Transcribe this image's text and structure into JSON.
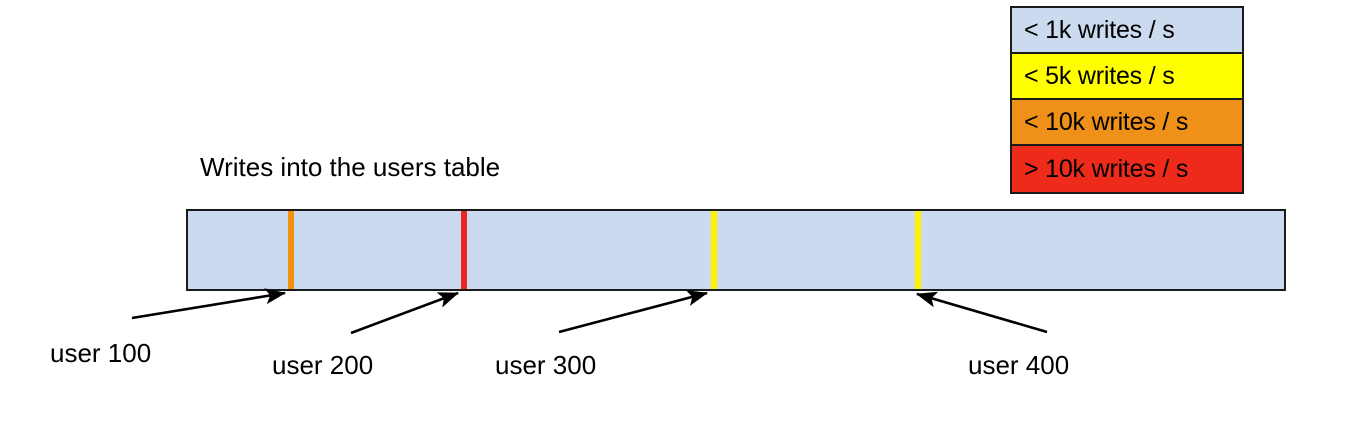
{
  "chart_data": {
    "type": "bar",
    "title": "Writes into the users table",
    "orientation": "horizontal-range-bar",
    "xlabel": "",
    "ylabel": "",
    "description": "A single horizontal bar representing the users table keyspace, with colored vertical markers showing per-user write rates.",
    "bar": {
      "fill_color": "#ccdaef",
      "border_color": "#1a1a1a",
      "base_category": "< 1k writes / s"
    },
    "markers": [
      {
        "label": "user 100",
        "position_pct": 9.3,
        "color": "#f2920a",
        "category": "< 10k writes / s",
        "arrow_direction": "right-up"
      },
      {
        "label": "user 200",
        "position_pct": 25.0,
        "color": "#e8281c",
        "category": "> 10k writes / s",
        "arrow_direction": "right-up"
      },
      {
        "label": "user 300",
        "position_pct": 47.7,
        "color": "#fff200",
        "category": "< 5k writes / s",
        "arrow_direction": "right-up"
      },
      {
        "label": "user 400",
        "position_pct": 66.3,
        "color": "#fff200",
        "category": "< 5k writes / s",
        "arrow_direction": "left-up"
      }
    ],
    "legend": {
      "position": "top-right",
      "entries": [
        {
          "label": "< 1k writes / s",
          "color": "#ccdaef"
        },
        {
          "label": "< 5k writes / s",
          "color": "#ffff00"
        },
        {
          "label": "< 10k writes / s",
          "color": "#ef9018"
        },
        {
          "label": "> 10k writes / s",
          "color": "#ee2b1a"
        }
      ]
    }
  },
  "legend": {
    "entries": [
      {
        "label": "< 1k writes / s"
      },
      {
        "label": "< 5k writes / s"
      },
      {
        "label": "< 10k writes / s"
      },
      {
        "label": "> 10k writes / s"
      }
    ]
  },
  "diagram": {
    "title": "Writes into the users table",
    "labels": [
      {
        "text": "user 100"
      },
      {
        "text": "user 200"
      },
      {
        "text": "user 300"
      },
      {
        "text": "user 400"
      }
    ]
  },
  "colors": {
    "bar_fill": "#ccdaef",
    "outline": "#1a1a1a",
    "legend_blue": "#ccdaef",
    "legend_yellow": "#ffff00",
    "legend_orange": "#ef9018",
    "legend_red": "#ee2b1a",
    "marker_orange": "#f2920a",
    "marker_red": "#e8281c",
    "marker_yellow": "#fff200"
  }
}
